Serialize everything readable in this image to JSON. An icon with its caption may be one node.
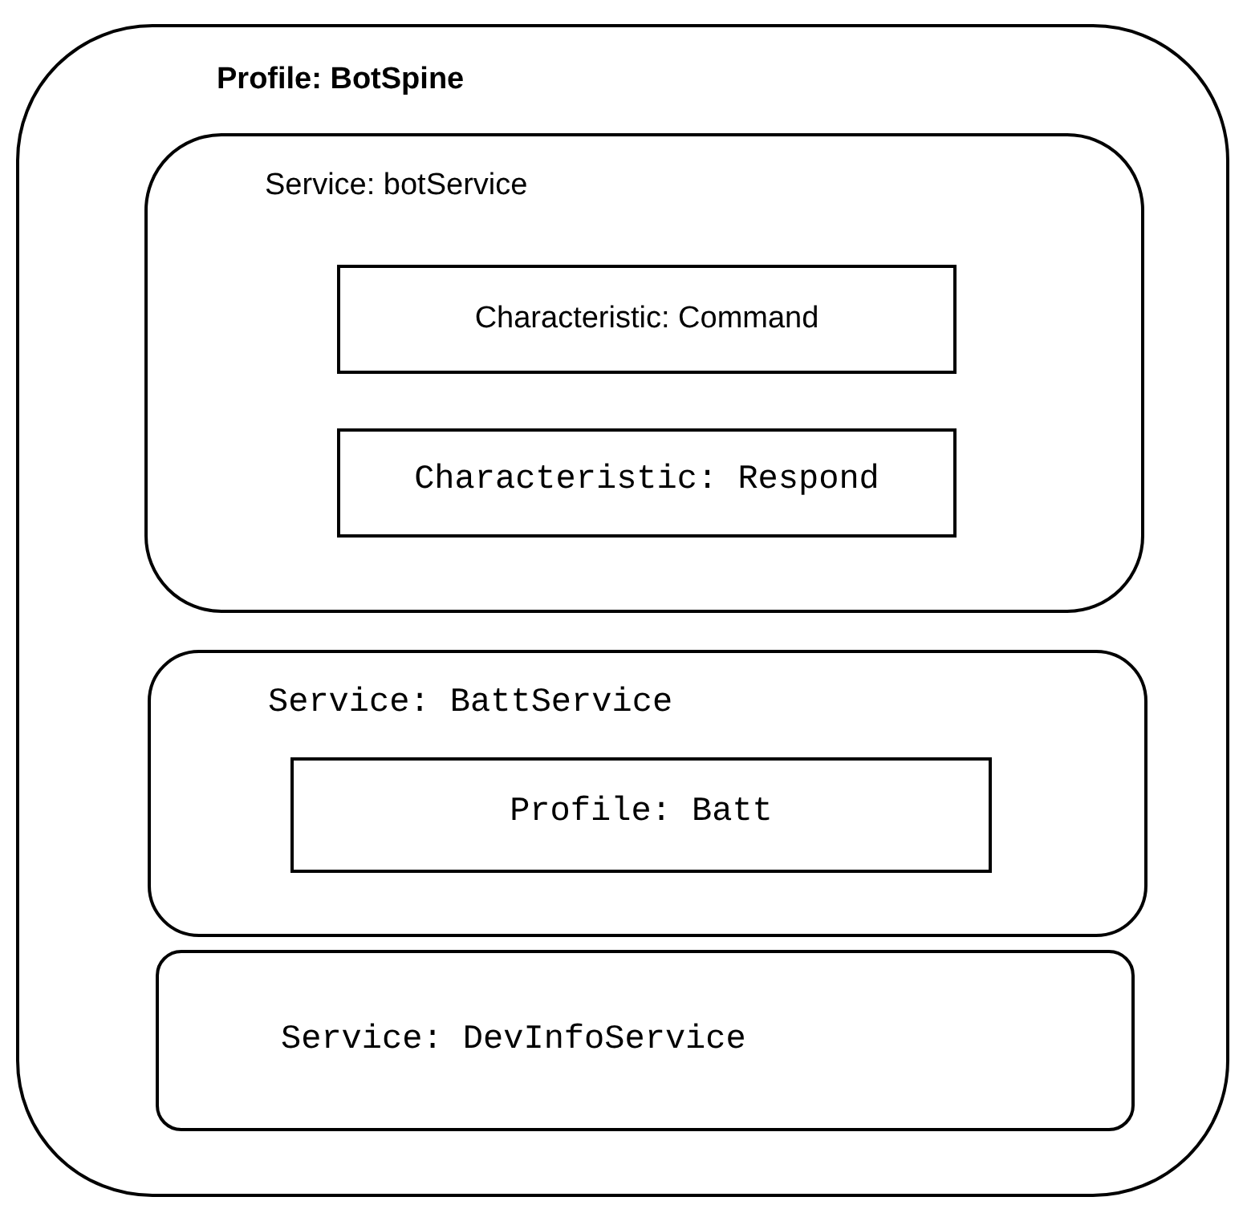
{
  "diagram": {
    "nodes": [
      {
        "text": [
          "Profile: BotSpine"
        ]
      },
      {
        "text": [
          "Service: botService"
        ],
        "in": 0
      },
      {
        "text": [
          "Characteristic: Command"
        ],
        "in": 1
      },
      {
        "text": [
          "Characteristic: Respond"
        ],
        "in": 1
      },
      {
        "text": [
          "Service: BattService"
        ],
        "in": 0
      },
      {
        "text": [
          "Profile: Batt"
        ],
        "in": 4
      },
      {
        "text": [
          "Service: DevInfoService"
        ],
        "in": 0
      }
    ]
  }
}
